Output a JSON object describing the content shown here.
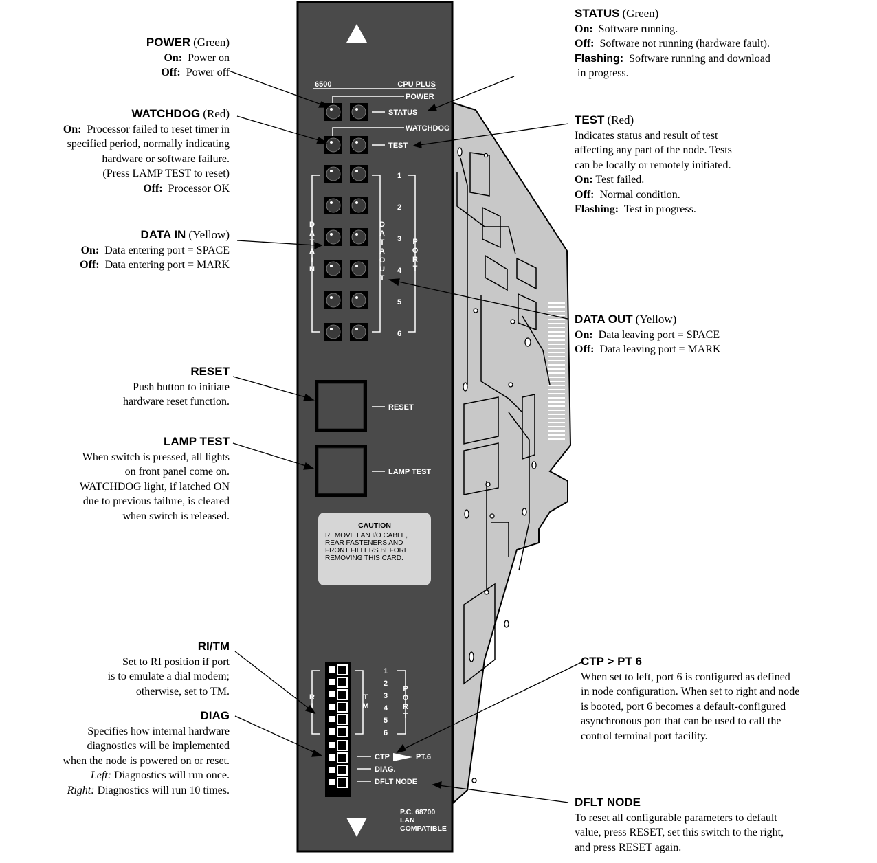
{
  "panel": {
    "model": "6500",
    "card_name": "CPU PLUS",
    "led_labels": {
      "power": "POWER",
      "status": "STATUS",
      "watchdog": "WATCHDOG",
      "test": "TEST"
    },
    "data_in_label": [
      "D",
      "A",
      "T",
      "A",
      "I",
      "N"
    ],
    "data_out_label": [
      "D",
      "A",
      "T",
      "A",
      "O",
      "U",
      "T"
    ],
    "port_label": [
      "P",
      "O",
      "R",
      "T"
    ],
    "port_numbers": [
      "1",
      "2",
      "3",
      "4",
      "5",
      "6"
    ],
    "reset_label": "RESET",
    "lamp_test_label": "LAMP TEST",
    "caution": {
      "title": "CAUTION",
      "lines": [
        "REMOVE LAN I/O CABLE,",
        "REAR FASTENERS AND",
        "FRONT FILLERS BEFORE",
        "REMOVING THIS CARD."
      ]
    },
    "ri_label": [
      "R",
      "I"
    ],
    "tm_label": [
      "T",
      "M"
    ],
    "switch_port_numbers": [
      "1",
      "2",
      "3",
      "4",
      "5",
      "6"
    ],
    "switch_port_label": [
      "P",
      "O",
      "R",
      "T"
    ],
    "ctp_label": "CTP",
    "pt6_label": "PT.6",
    "diag_label": "DIAG.",
    "dflt_label": "DFLT NODE",
    "pc_lines": [
      "P.C. 68700",
      "LAN",
      "COMPATIBLE"
    ]
  },
  "callouts": {
    "power": {
      "heading": "POWER",
      "color": "(Green)",
      "on_label": "On:",
      "on_text": "Power on",
      "off_label": "Off:",
      "off_text": "Power off"
    },
    "watchdog": {
      "heading": "WATCHDOG",
      "color": "(Red)",
      "on_label": "On:",
      "on_text": "Processor failed to reset timer in",
      "line2": "specified period, normally indicating",
      "line3": "hardware or software failure.",
      "line4": "(Press LAMP TEST to reset)",
      "off_label": "Off:",
      "off_text": "Processor OK"
    },
    "data_in": {
      "heading": "DATA IN",
      "color": "(Yellow)",
      "on_label": "On:",
      "on_text": "Data entering port = SPACE",
      "off_label": "Off:",
      "off_text": "Data entering port = MARK"
    },
    "reset": {
      "heading": "RESET",
      "line1": "Push button to initiate",
      "line2": "hardware reset function."
    },
    "lamp_test": {
      "heading": "LAMP TEST",
      "line1": "When switch is pressed, all lights",
      "line2": "on front panel come on.",
      "line3": "WATCHDOG light, if latched ON",
      "line4": "due to previous failure, is cleared",
      "line5": "when switch is released."
    },
    "ri_tm": {
      "heading": "RI/TM",
      "line1": "Set to RI position if port",
      "line2": "is to emulate a dial modem;",
      "line3": "otherwise, set to TM."
    },
    "diag": {
      "heading": "DIAG",
      "line1": "Specifies how internal hardware",
      "line2": "diagnostics will be implemented",
      "line3": "when the node is powered on or reset.",
      "left_label": "Left:",
      "left_text": "Diagnostics will run once.",
      "right_label": "Right:",
      "right_text": "Diagnostics will run 10 times."
    },
    "status": {
      "heading": "STATUS",
      "color": "(Green)",
      "on_label": "On:",
      "on_text": "Software running.",
      "off_label": "Off:",
      "off_text": "Software not running (hardware fault).",
      "flash_label": "Flashing:",
      "flash_text": "Software running and download",
      "flash_text2": "in progress."
    },
    "test": {
      "heading": "TEST",
      "color": "(Red)",
      "line1": "Indicates status and result of test",
      "line2": "affecting any part of the node. Tests",
      "line3": "can be locally or remotely initiated.",
      "on_label": "On:",
      "on_text": "Test failed.",
      "off_label": "Off:",
      "off_text": "Normal condition.",
      "flash_label": "Flashing:",
      "flash_text": "Test in progress."
    },
    "data_out": {
      "heading": "DATA OUT",
      "color": "(Yellow)",
      "on_label": "On:",
      "on_text": "Data leaving port = SPACE",
      "off_label": "Off:",
      "off_text": "Data leaving port = MARK"
    },
    "ctp": {
      "heading": "CTP > PT 6",
      "line1": "When set to left, port 6 is configured as defined",
      "line2": "in node configuration. When set to right and node",
      "line3": "is booted, port 6 becomes a default-configured",
      "line4": "asynchronous port that can be used to call the",
      "line5": "control terminal port facility."
    },
    "dflt": {
      "heading": "DFLT NODE",
      "line1": "To reset all configurable parameters to default",
      "line2": "value, press RESET, set this switch to the right,",
      "line3": "and press RESET again."
    }
  },
  "colors": {
    "panel": "#4a4a4a",
    "board": "#c8c8c8",
    "caution_bg": "#d6d6d6"
  }
}
